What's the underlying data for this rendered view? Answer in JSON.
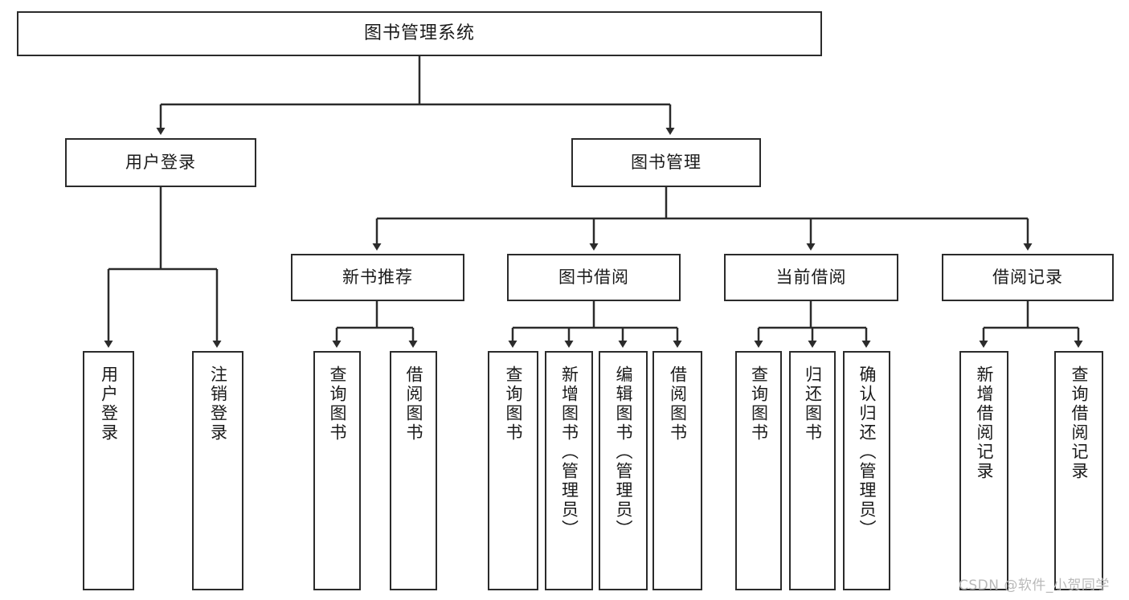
{
  "diagram": {
    "title": "图书管理系统",
    "type": "tree",
    "watermark": "CSDN @软件_小贺同学",
    "colors": {
      "background": "#ffffff",
      "border": "#2b2b2b",
      "text": "#1a1a1a",
      "watermark": "#b9b9b9"
    },
    "nodes": {
      "root": {
        "label": "图书管理系统",
        "level": 0
      },
      "level1": [
        {
          "id": "user-login",
          "label": "用户登录"
        },
        {
          "id": "book-manage",
          "label": "图书管理"
        }
      ],
      "level2": [
        {
          "id": "new-book-rec",
          "label": "新书推荐",
          "parent": "book-manage"
        },
        {
          "id": "book-borrow",
          "label": "图书借阅",
          "parent": "book-manage"
        },
        {
          "id": "current-borrow",
          "label": "当前借阅",
          "parent": "book-manage"
        },
        {
          "id": "borrow-record",
          "label": "借阅记录",
          "parent": "book-manage"
        }
      ],
      "leaves": [
        {
          "id": "leaf-user-login",
          "label": "用户登录",
          "parent": "user-login"
        },
        {
          "id": "leaf-logout",
          "label": "注销登录",
          "parent": "user-login"
        },
        {
          "id": "leaf-query-book-1",
          "label": "查询图书",
          "parent": "new-book-rec"
        },
        {
          "id": "leaf-borrow-book-1",
          "label": "借阅图书",
          "parent": "new-book-rec"
        },
        {
          "id": "leaf-query-book-2",
          "label": "查询图书",
          "parent": "book-borrow"
        },
        {
          "id": "leaf-add-book",
          "label": "新增图书（管理员）",
          "parent": "book-borrow"
        },
        {
          "id": "leaf-edit-book",
          "label": "编辑图书（管理员）",
          "parent": "book-borrow"
        },
        {
          "id": "leaf-borrow-book-2",
          "label": "借阅图书",
          "parent": "book-borrow"
        },
        {
          "id": "leaf-query-book-3",
          "label": "查询图书",
          "parent": "current-borrow"
        },
        {
          "id": "leaf-return-book",
          "label": "归还图书",
          "parent": "current-borrow"
        },
        {
          "id": "leaf-confirm-return",
          "label": "确认归还（管理员）",
          "parent": "current-borrow"
        },
        {
          "id": "leaf-add-record",
          "label": "新增借阅记录",
          "parent": "borrow-record"
        },
        {
          "id": "leaf-query-record",
          "label": "查询借阅记录",
          "parent": "borrow-record"
        }
      ]
    }
  }
}
